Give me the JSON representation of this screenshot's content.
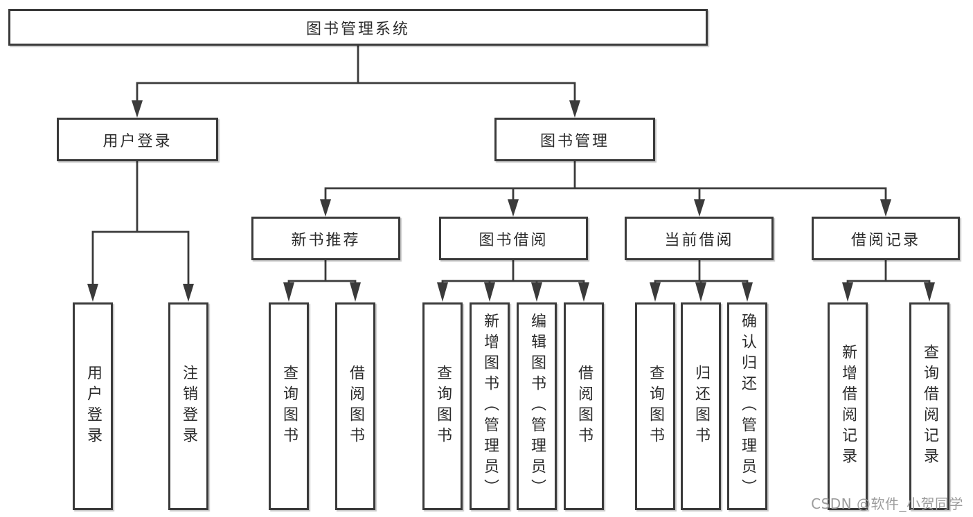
{
  "tree": {
    "label": "图书管理系统",
    "children": [
      {
        "label": "用户登录",
        "children": [
          {
            "label": "用户登录"
          },
          {
            "label": "注销登录"
          }
        ]
      },
      {
        "label": "图书管理",
        "children": [
          {
            "label": "新书推荐",
            "children": [
              {
                "label": "查询图书"
              },
              {
                "label": "借阅图书"
              }
            ]
          },
          {
            "label": "图书借阅",
            "children": [
              {
                "label": "查询图书"
              },
              {
                "label": "新增图书（管理员）"
              },
              {
                "label": "编辑图书（管理员）"
              },
              {
                "label": "借阅图书"
              }
            ]
          },
          {
            "label": "当前借阅",
            "children": [
              {
                "label": "查询图书"
              },
              {
                "label": "归还图书"
              },
              {
                "label": "确认归还（管理员）"
              }
            ]
          },
          {
            "label": "借阅记录",
            "children": [
              {
                "label": "新增借阅记录"
              },
              {
                "label": "查询借阅记录"
              }
            ]
          }
        ]
      }
    ]
  },
  "watermark": {
    "text": "CSDN @软件_小贺同学"
  },
  "colors": {
    "line": "#3a3a3a",
    "text": "#2b2b2b",
    "watermark": "#9c9c9c",
    "background": "#ffffff"
  }
}
